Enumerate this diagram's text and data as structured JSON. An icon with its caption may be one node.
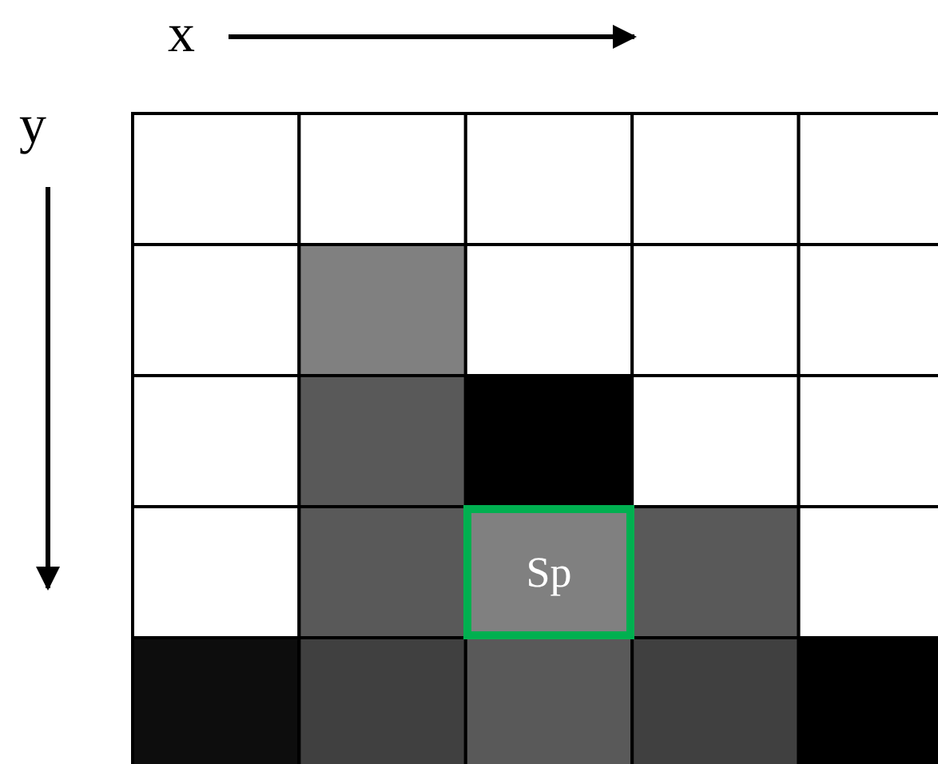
{
  "diagram": {
    "nodes": [
      {
        "text": [
          "Sp"
        ]
      }
    ],
    "labels": [
      "x",
      "y"
    ]
  }
}
